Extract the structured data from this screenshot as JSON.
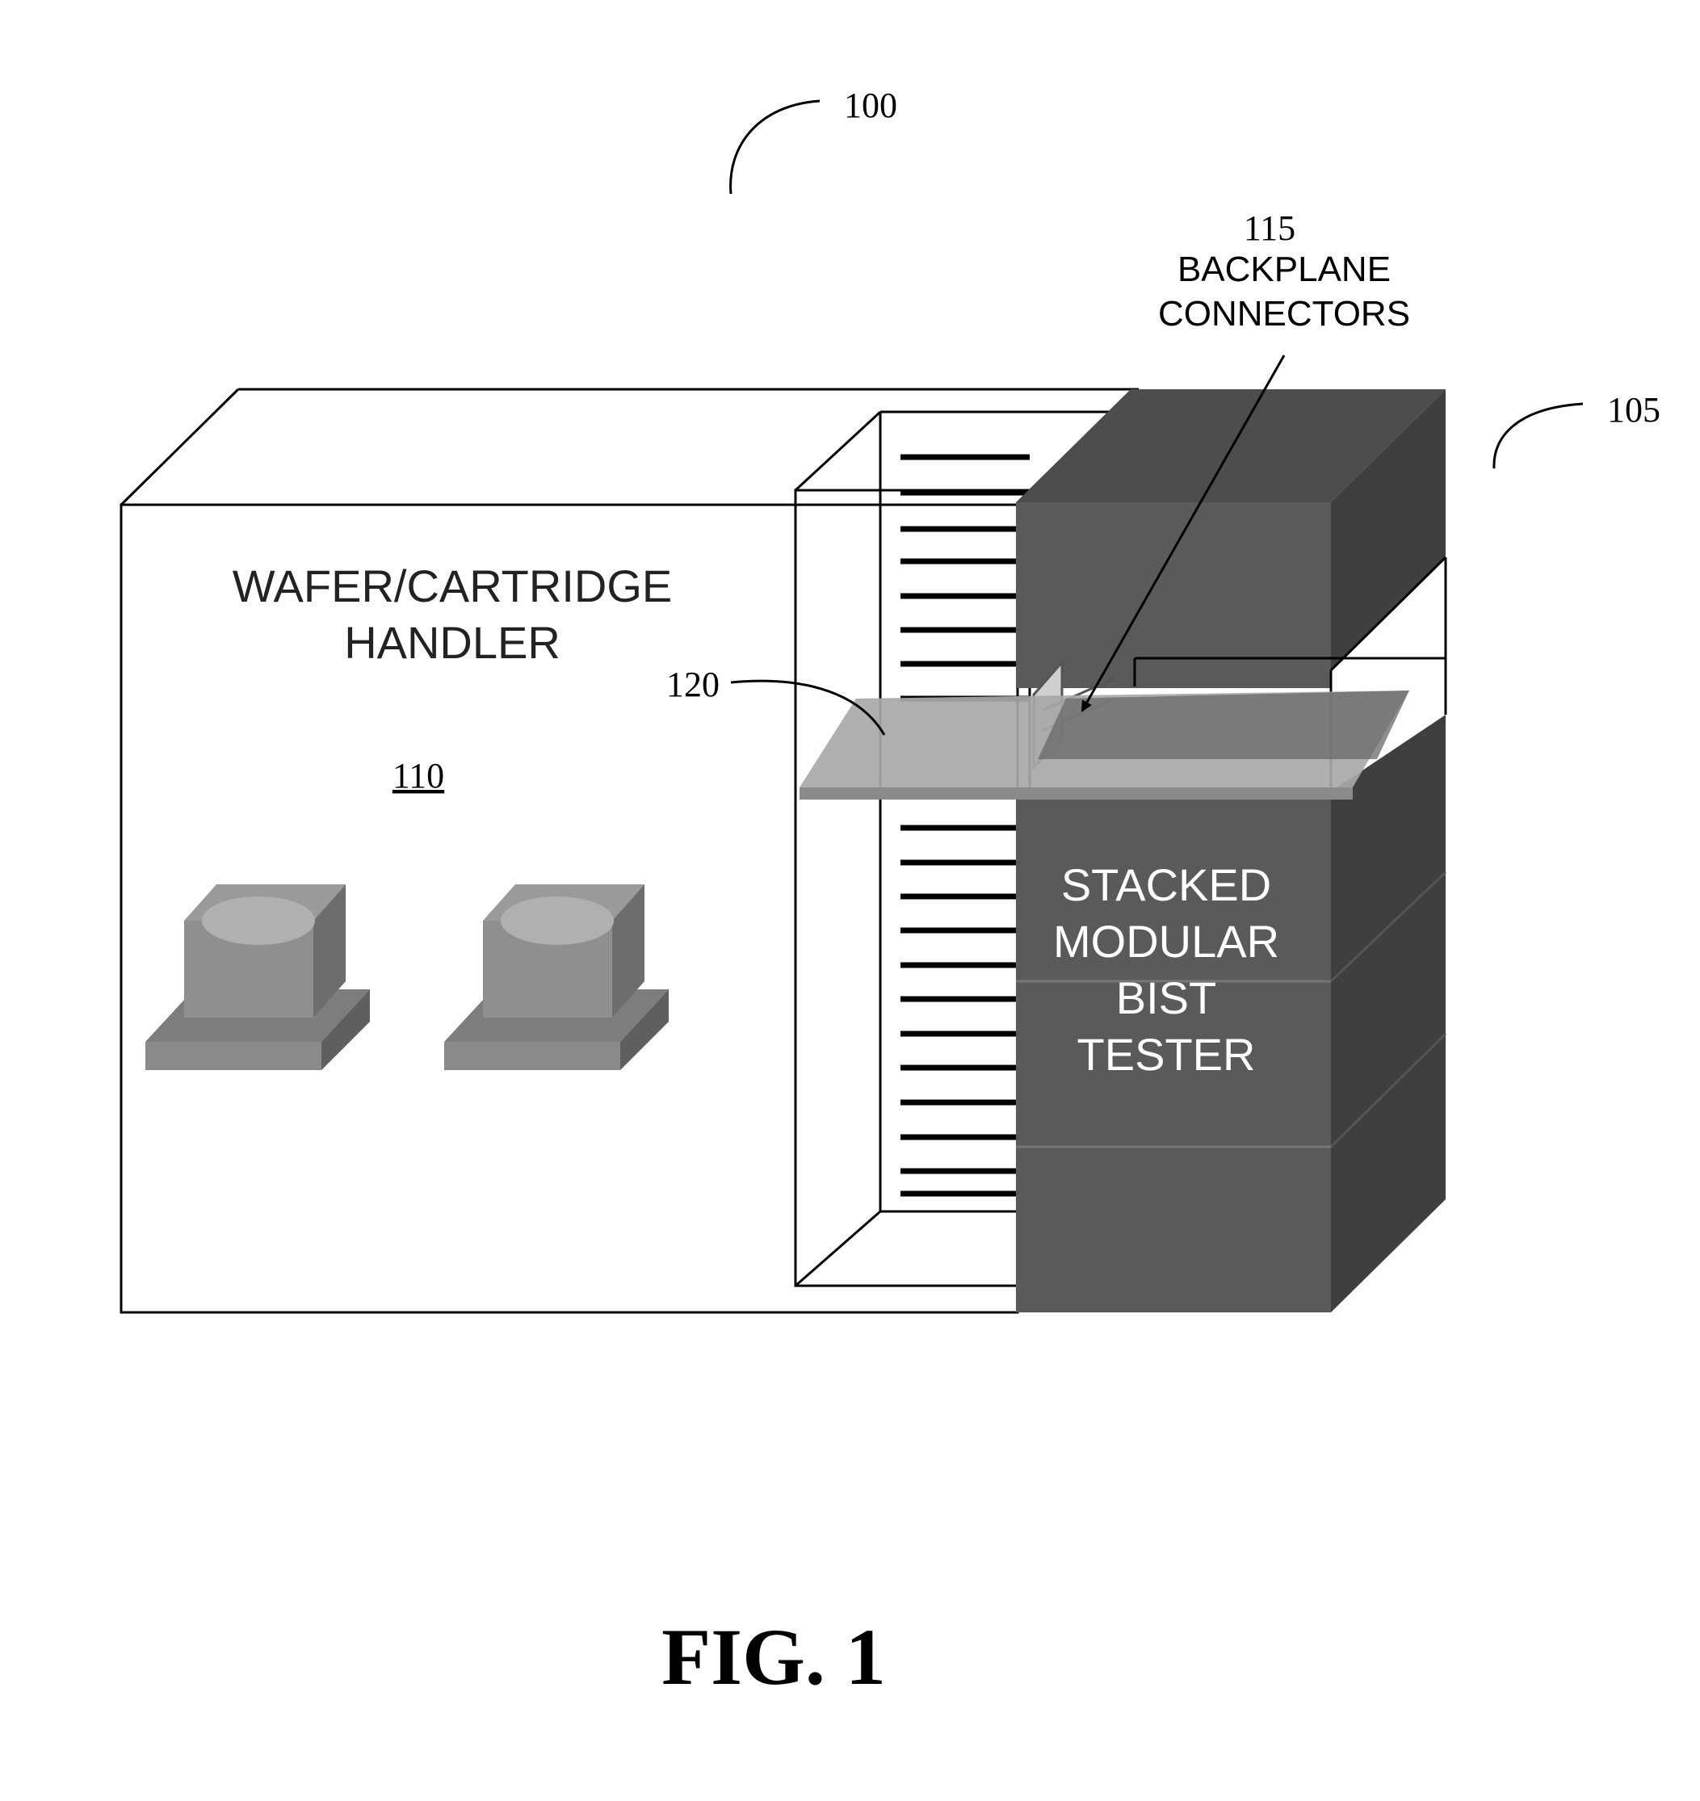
{
  "figure": {
    "label": "FIG. 1"
  },
  "refs": {
    "system": "100",
    "tester_ref": "105",
    "handler_ref": "110",
    "connectors_ref": "115",
    "cartridge_ref": "120"
  },
  "labels": {
    "handler_line1": "WAFER/CARTRIDGE",
    "handler_line2": "HANDLER",
    "connectors_line1": "BACKPLANE",
    "connectors_line2": "CONNECTORS",
    "tester_line1": "STACKED",
    "tester_line2": "MODULAR",
    "tester_line3": "BIST",
    "tester_line4": "TESTER"
  },
  "colors": {
    "tester_front": "#5a5a5a",
    "tester_top": "#4d4d4d",
    "tester_side": "#3f3f3f",
    "cartridge": "#a8a8a8",
    "pedestal": "#8a8a8a",
    "line": "#000000"
  }
}
